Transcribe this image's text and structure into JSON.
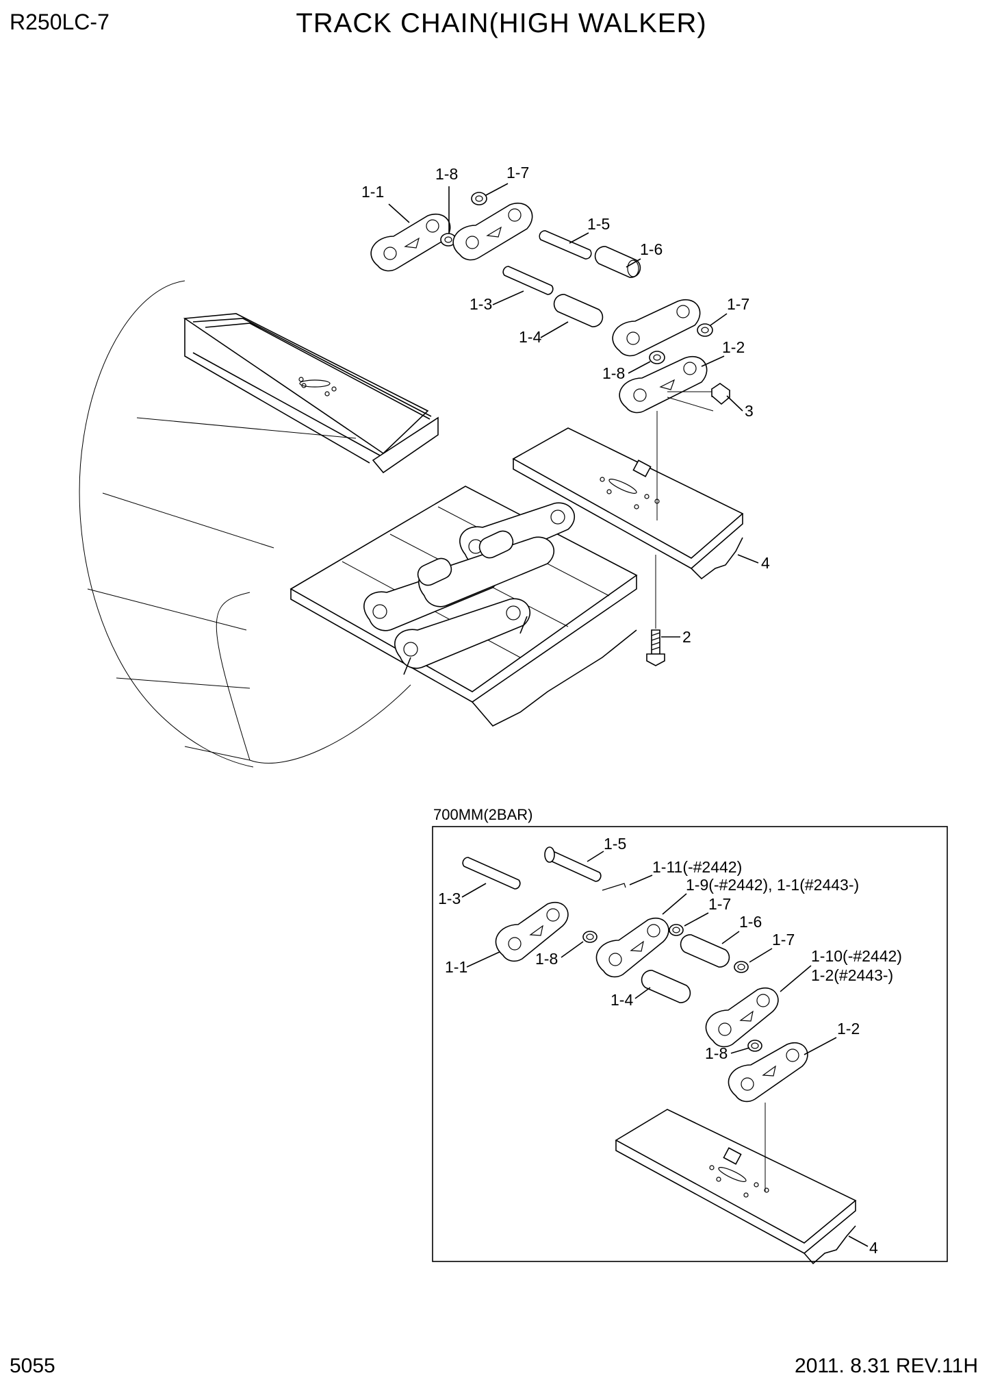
{
  "header": {
    "model": "R250LC-7",
    "title": "TRACK CHAIN(HIGH WALKER)"
  },
  "footer": {
    "page": "5055",
    "revision": "2011. 8.31  REV.11H"
  },
  "main_callouts": [
    "1-1",
    "1-8",
    "1-7",
    "1-5",
    "1-6",
    "1-3",
    "1-4",
    "1-7",
    "1-2",
    "1-8",
    "3",
    "4",
    "2"
  ],
  "inset": {
    "title": "700MM(2BAR)",
    "callouts": [
      "1-5",
      "1-11(-#2442)",
      "1-9(-#2442), 1-1(#2443-)",
      "1-3",
      "1-7",
      "1-6",
      "1-1",
      "1-8",
      "1-7",
      "1-10(-#2442)",
      "1-2(#2443-)",
      "1-4",
      "1-2",
      "1-8",
      "4"
    ]
  }
}
